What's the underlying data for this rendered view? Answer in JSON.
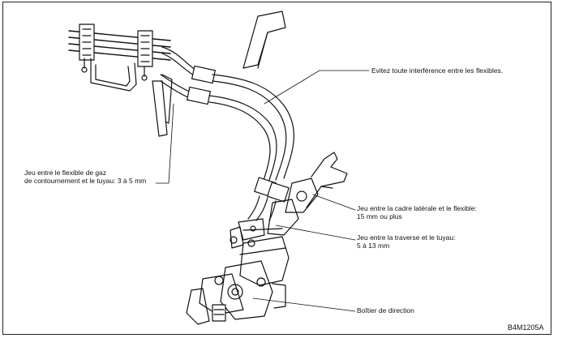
{
  "callouts": {
    "interference": "Evitez toute interférence entre les flexibles.",
    "bypass_line1": "Jeu entre le flexible de gaz",
    "bypass_line2": "de contournement et le tuyau: 3 à 5 mm",
    "frame_line1": "Jeu entre la cadre latérale et le flexible:",
    "frame_line2": "15 mm ou plus",
    "crossmember_line1": "Jeu entre la traverse et le tuyau:",
    "crossmember_line2": "5 à 13 mm",
    "steering_box": "Boîtier de direction"
  },
  "figure_code": "B4M1205A",
  "colors": {
    "line": "#111111",
    "background": "#ffffff"
  }
}
